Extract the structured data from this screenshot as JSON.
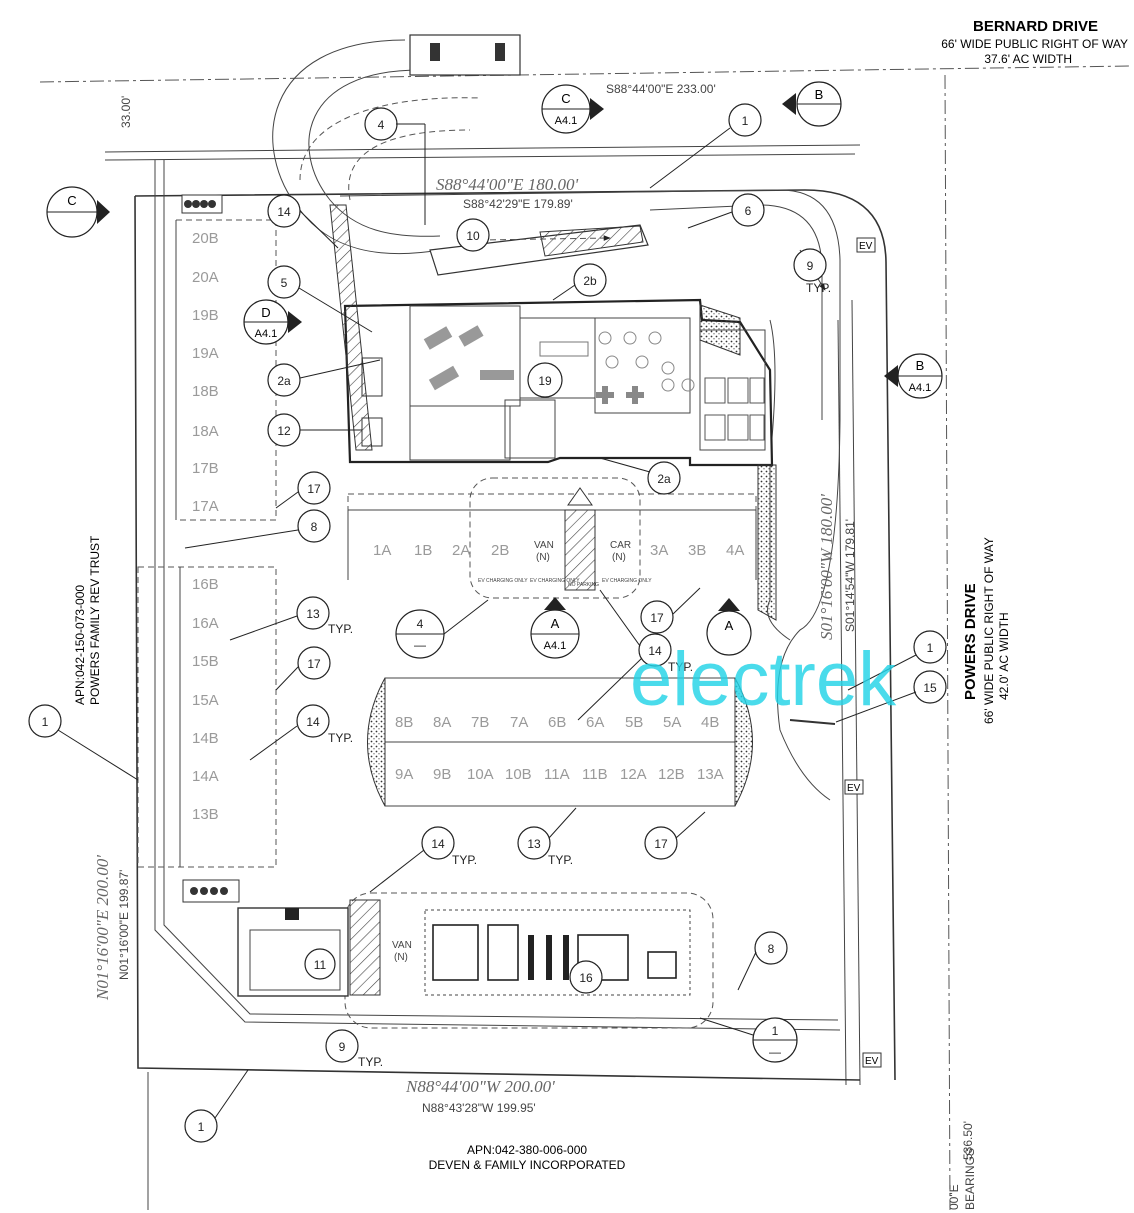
{
  "streets": {
    "north": {
      "name": "BERNARD DRIVE",
      "row": "66' WIDE PUBLIC RIGHT OF WAY",
      "width": "37.6' AC WIDTH"
    },
    "east": {
      "name": "POWERS DRIVE",
      "row": "66' WIDE PUBLIC RIGHT OF WAY",
      "width": "42.0' AC WIDTH"
    }
  },
  "parcels": {
    "west": {
      "apn": "APN:042-150-073-000",
      "owner": "POWERS FAMILY REV TRUST"
    },
    "south": {
      "apn": "APN:042-380-006-000",
      "owner": "DEVEN & FAMILY INCORPORATED"
    }
  },
  "bearings": {
    "north_outer": "S88°44'00\"E 233.00'",
    "north_big": "S88°44'00\"E 180.00'",
    "north_small": "S88°42'29\"E 179.89'",
    "east_big": "S01°16'00\"W 180.00'",
    "east_small": "S01°14'54\"W 179.81'",
    "west_big": "N01°16'00\"E 200.00'",
    "west_small": "N01°16'00\"E 199.87'",
    "south_big": "N88°44'00\"W 200.00'",
    "south_small": "N88°43'28\"W 199.95'",
    "dim_33": "33.00'",
    "dim_536": "536.50'",
    "corner_bearing": "00\"E",
    "corner_bearings": "BEARINGS"
  },
  "section_markers": {
    "c_top": {
      "letter": "C",
      "sheet": "A4.1"
    },
    "b_top": {
      "letter": "B"
    },
    "c_left": {
      "letter": "C"
    },
    "d_left": {
      "letter": "D",
      "sheet": "A4.1"
    },
    "b_right": {
      "letter": "B",
      "sheet": "A4.1"
    },
    "a_mid": {
      "letter": "A",
      "sheet": "A4.1"
    },
    "a_right": {
      "letter": "A"
    }
  },
  "keynotes": {
    "k1": "1",
    "k2a": "2a",
    "k2b": "2b",
    "k4": "4",
    "k5": "5",
    "k6": "6",
    "k8": "8",
    "k9": "9",
    "k10": "10",
    "k11": "11",
    "k12": "12",
    "k13": "13",
    "k14": "14",
    "k15": "15",
    "k16": "16",
    "k17": "17",
    "k19": "19",
    "typ": "TYP.",
    "dash": "—"
  },
  "stalls": {
    "west_upper": [
      "20B",
      "20A",
      "19B",
      "19A",
      "18B",
      "18A",
      "17B",
      "17A"
    ],
    "west_lower": [
      "16B",
      "16A",
      "15B",
      "15A",
      "14B",
      "14A",
      "13B"
    ],
    "north_row": [
      "1A",
      "1B",
      "2A",
      "2B",
      "VAN",
      "CAR",
      "3A",
      "3B",
      "4A"
    ],
    "van_sub": "(N)",
    "car_sub": "(N)",
    "ev_note": "EV CHARGING ONLY",
    "no_parking": "NO PARKING",
    "island_top": [
      "8B",
      "8A",
      "7B",
      "7A",
      "6B",
      "6A",
      "5B",
      "5A",
      "4B"
    ],
    "island_bottom": [
      "9A",
      "9B",
      "10A",
      "10B",
      "11A",
      "11B",
      "12A",
      "12B",
      "13A"
    ],
    "south_van": "VAN",
    "south_van_sub": "(N)"
  },
  "ev_tags": {
    "label": "EV"
  },
  "watermark": "electrek",
  "colors": {
    "watermark": "#22d3e6",
    "line": "#333333",
    "stall_text": "#9a9a9a"
  }
}
